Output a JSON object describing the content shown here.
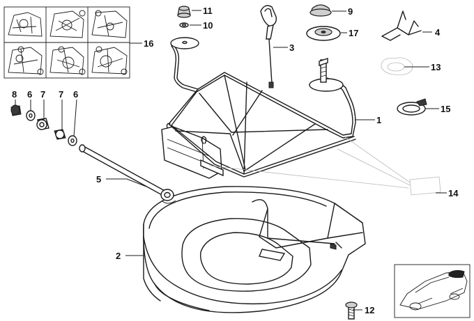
{
  "diagram": {
    "callouts": [
      {
        "id": "c1",
        "label": "1"
      },
      {
        "id": "c2",
        "label": "2"
      },
      {
        "id": "c3",
        "label": "3"
      },
      {
        "id": "c4",
        "label": "4"
      },
      {
        "id": "c5",
        "label": "5"
      },
      {
        "id": "c6a",
        "label": "6"
      },
      {
        "id": "c6b",
        "label": "6"
      },
      {
        "id": "c7a",
        "label": "7"
      },
      {
        "id": "c7b",
        "label": "7"
      },
      {
        "id": "c8",
        "label": "8"
      },
      {
        "id": "c9",
        "label": "9"
      },
      {
        "id": "c10",
        "label": "10"
      },
      {
        "id": "c11",
        "label": "11"
      },
      {
        "id": "c12",
        "label": "12"
      },
      {
        "id": "c13",
        "label": "13"
      },
      {
        "id": "c14",
        "label": "14"
      },
      {
        "id": "c15",
        "label": "15"
      },
      {
        "id": "c16",
        "label": "16"
      },
      {
        "id": "c17",
        "label": "17"
      }
    ]
  }
}
